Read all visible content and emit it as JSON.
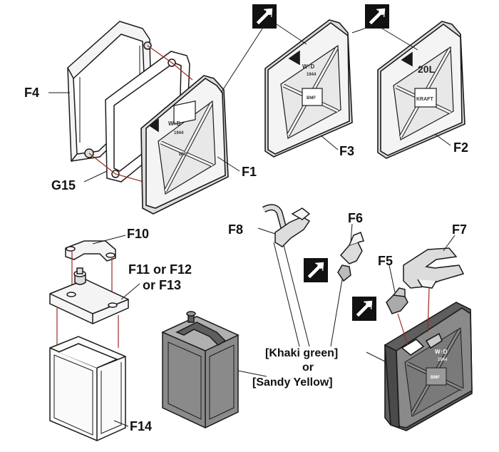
{
  "colors": {
    "line": "#1a1a1a",
    "leader_red": "#9b2a1f",
    "part_fill": "#f4f4f4",
    "side_fill": "#dcdcdc",
    "painted_fill": "#8a8a8a",
    "painted_dark": "#5e5e5e",
    "icon_fill": "#111111"
  },
  "icons": {
    "flip": "flip-arrows-icon"
  },
  "parts": {
    "F1": "F1",
    "F2": "F2",
    "F3": "F3",
    "F4": "F4",
    "G15": "G15",
    "F5": "F5",
    "F6": "F6",
    "F7": "F7",
    "F8": "F8",
    "F10": "F10",
    "F11_line1": "F11 or F12",
    "F11_line2": "or F13",
    "F14": "F14"
  },
  "paint_note": {
    "line1": "[Khaki green]",
    "line2": "or",
    "line3": "[Sandy Yellow]"
  },
  "embossed": {
    "f1_top": "W↑D",
    "f1_sub": "1944",
    "f1_badge": "BMF",
    "f3_top": "W↑D",
    "f3_sub": "1944",
    "f3_badge": "BMF",
    "f2_top": "20L",
    "f2_badge": "KRAFT",
    "can_top": "W↑D",
    "can_sub": "1944",
    "can_badge": "BMF"
  }
}
